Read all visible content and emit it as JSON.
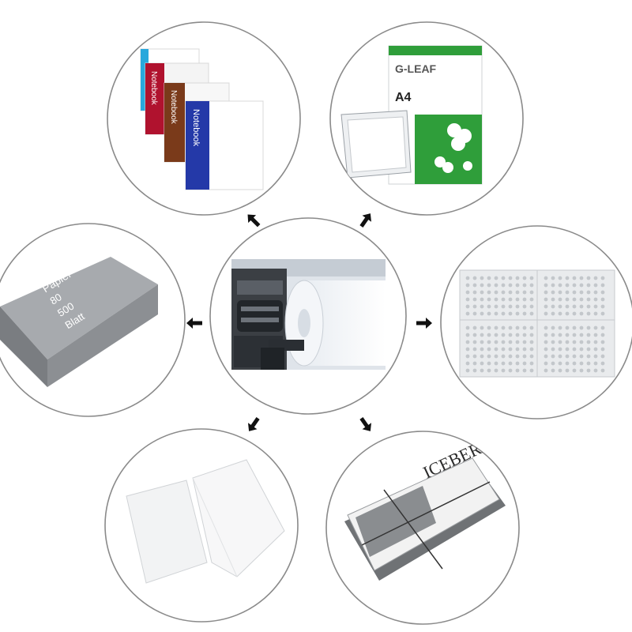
{
  "nodes": {
    "notebooks": {
      "cover_text": "Notebook"
    },
    "a4_pack": {
      "brand": "G-LEAF",
      "size": "A4"
    },
    "paper_ream": {
      "line1": "Papier",
      "line2": "80",
      "line3": "500",
      "line4": "Blatt"
    },
    "newspaper": {
      "masthead": "ICEBERG"
    }
  },
  "colors": {
    "notebook_cyan": "#29a8dc",
    "notebook_red": "#b0122e",
    "notebook_brown": "#7a3a1a",
    "notebook_blue": "#2439a8",
    "gleaf_green": "#2f9e3a",
    "ream_gray": "#8c8f93",
    "frame_stroke": "#8a8a8a",
    "arrow": "#111111"
  }
}
